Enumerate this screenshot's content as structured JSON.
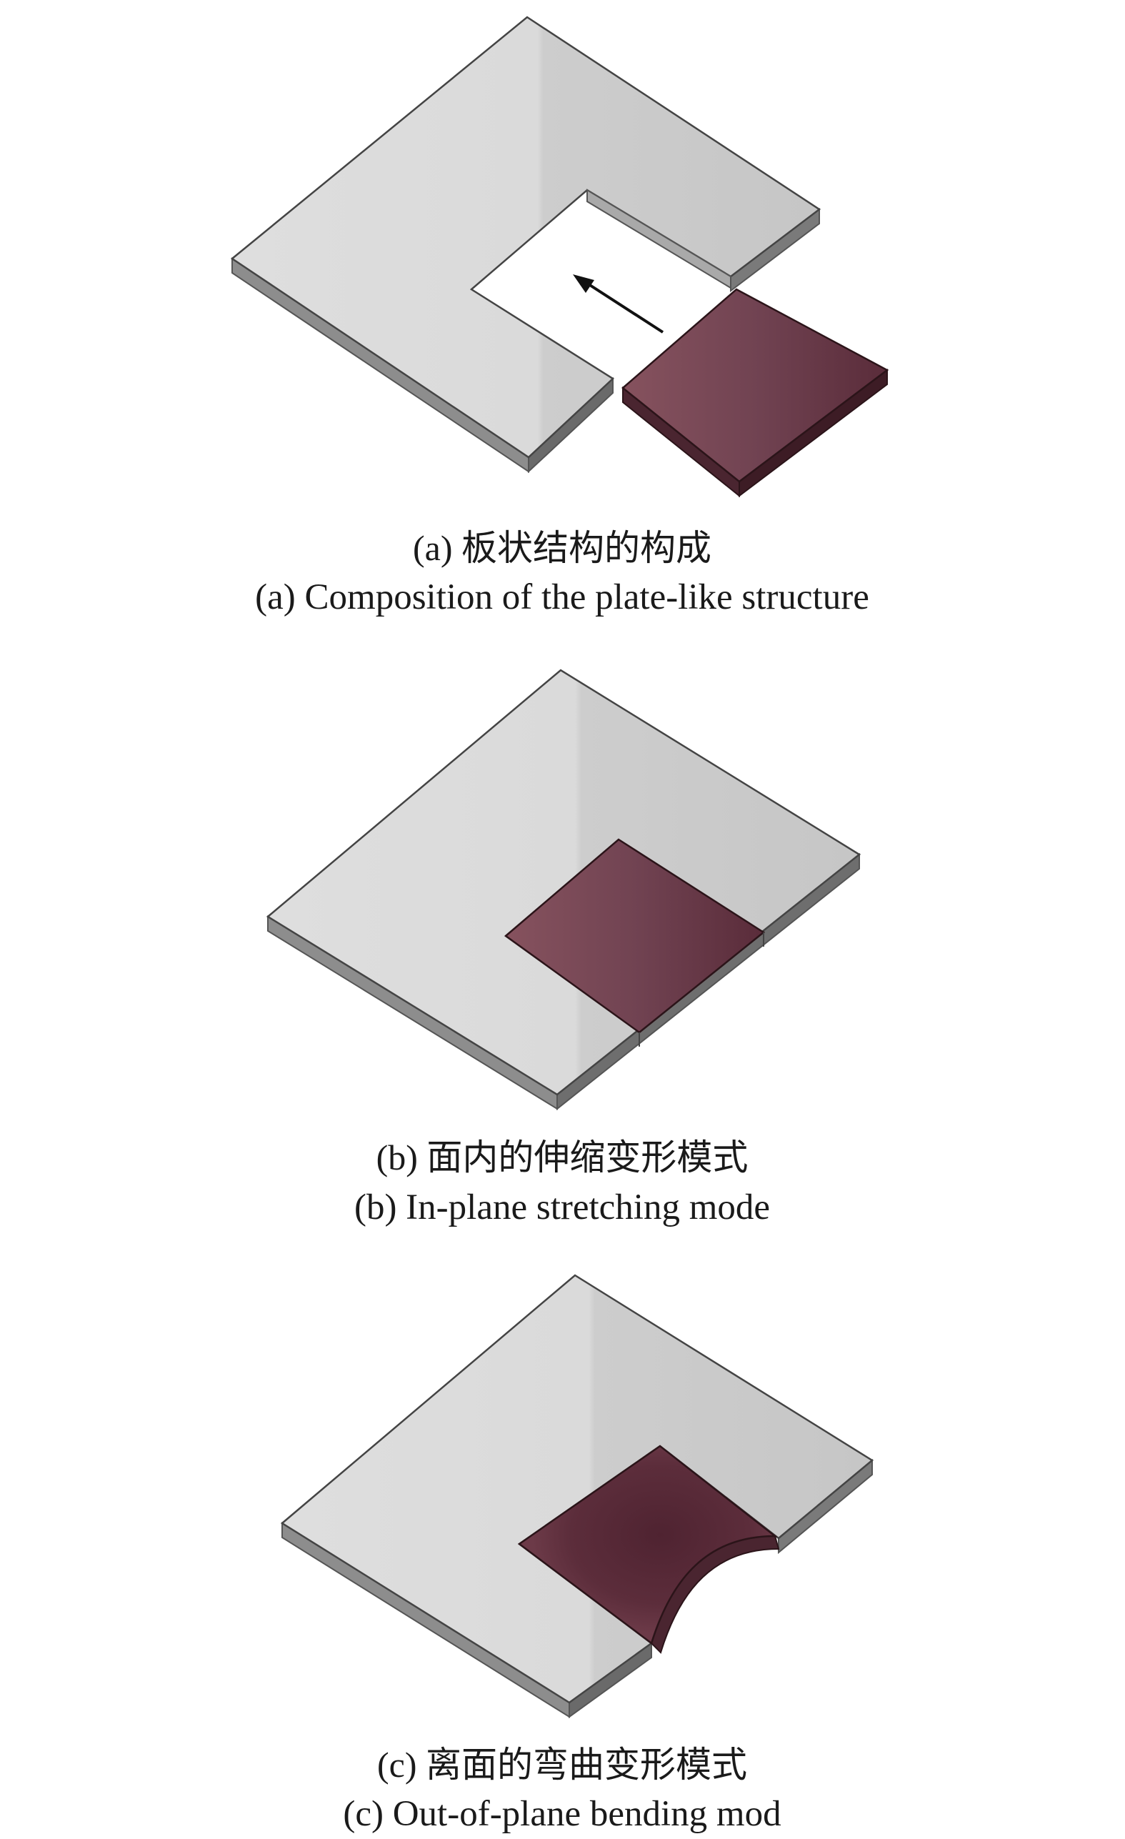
{
  "panels": [
    {
      "caption_zh": "(a) 板状结构的构成",
      "caption_en": "(a) Composition of the plate-like structure"
    },
    {
      "caption_zh": "(b) 面内的伸缩变形模式",
      "caption_en": "(b) In-plane stretching mode"
    },
    {
      "caption_zh": "(c) 离面的弯曲变形模式",
      "caption_en": "(c) Out-of-plane bending mod"
    }
  ],
  "colors": {
    "plate_top_light": "#dcdcdc",
    "plate_top_right": "#cbcbcb",
    "plate_edge": "#8a8a8a",
    "plate_edge_dark": "#5e5e5e",
    "insert_fill": "#6e3e4a",
    "insert_dark": "#552a36",
    "insert_edge": "#3d1f27"
  }
}
